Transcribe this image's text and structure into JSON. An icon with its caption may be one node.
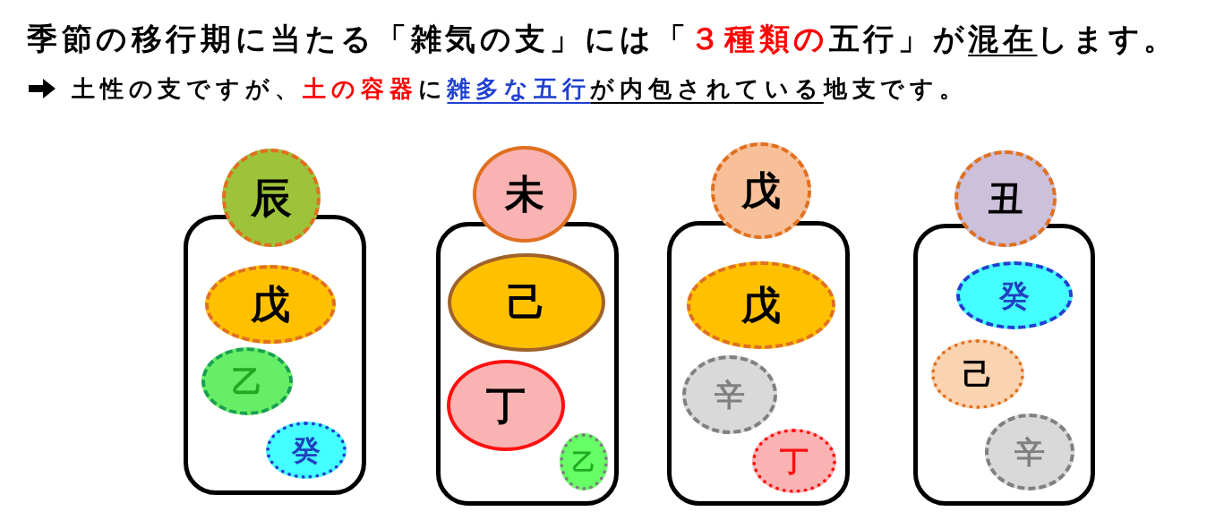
{
  "diagram": {
    "title": "季節の移行期に当たる「雑気の支」には「３種類の五行」が混在します。",
    "nodes": [
      {
        "text": [
          "辰"
        ]
      },
      {
        "text": [],
        "shape": "box"
      },
      {
        "text": [
          "戊"
        ],
        "in": 1
      },
      {
        "text": [
          "乙"
        ],
        "in": 1
      },
      {
        "text": [
          "癸"
        ],
        "in": 1
      },
      {
        "text": [
          "未"
        ]
      },
      {
        "text": [],
        "shape": "box"
      },
      {
        "text": [
          "己"
        ],
        "in": 6
      },
      {
        "text": [
          "丁"
        ],
        "in": 6
      },
      {
        "text": [
          "乙"
        ],
        "in": 6
      },
      {
        "text": [
          "戊"
        ]
      },
      {
        "text": [],
        "shape": "box"
      },
      {
        "text": [
          "戊"
        ],
        "in": 11
      },
      {
        "text": [
          "辛"
        ],
        "in": 11
      },
      {
        "text": [
          "丁"
        ],
        "in": 11
      },
      {
        "text": [
          "丑"
        ]
      },
      {
        "text": [],
        "shape": "box"
      },
      {
        "text": [
          "癸"
        ],
        "in": 16
      },
      {
        "text": [
          "己"
        ],
        "in": 16
      },
      {
        "text": [
          "辛"
        ],
        "in": 16
      }
    ],
    "labels": [
      "土性の支ですが、土の容器に雑多な五行が内包されている地支です。"
    ]
  }
}
